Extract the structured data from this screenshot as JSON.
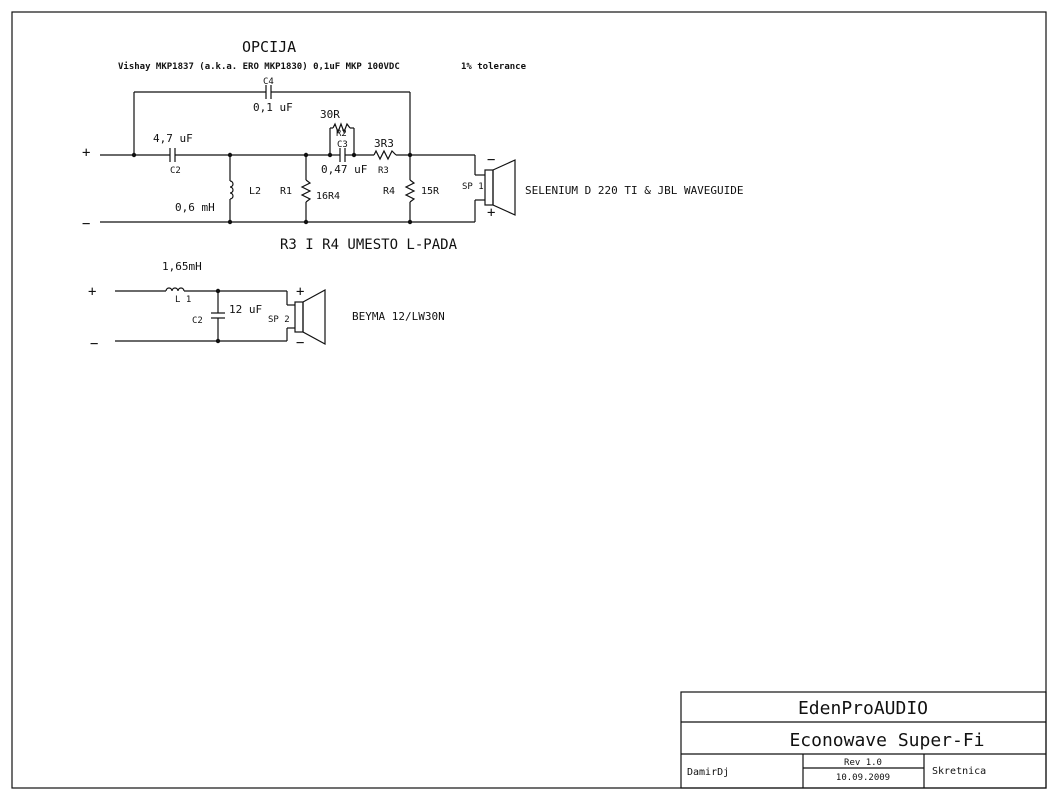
{
  "title": "OPCIJA",
  "option_note": "Vishay MKP1837 (a.k.a. ERO MKP1830) 0,1uF MKP 100VDC",
  "tolerance": "1% tolerance",
  "tweeter_circuit": {
    "plus": "+",
    "minus": "−",
    "c4_ref": "C4",
    "c4_value": "0,1 uF",
    "c2_ref": "C2",
    "c2_value": "4,7 uF",
    "l2_ref": "L2",
    "l2_value": "0,6 mH",
    "r1_ref": "R1",
    "r1_value": "16R4",
    "r2_ref": "R2",
    "r2_value": "30R",
    "c3_ref": "C3",
    "c3_value": "0,47 uF",
    "r3_ref": "R3",
    "r3_value": "3R3",
    "r4_ref": "R4",
    "r4_value": "15R",
    "sp_ref": "SP 1",
    "sp_pin": "1",
    "sp_minus": "−",
    "sp_plus": "+",
    "driver": "SELENIUM D 220 TI & JBL WAVEGUIDE"
  },
  "note_r3_r4": "R3 I R4 UMESTO L-PADA",
  "woofer_circuit": {
    "plus": "+",
    "minus": "−",
    "l1_ref": "L 1",
    "l1_value": "1,65mH",
    "c2_ref": "C2",
    "c2_value": "12 uF",
    "sp_ref": "SP 2",
    "sp_plus": "+",
    "sp_minus": "−",
    "driver": "BEYMA 12/LW30N"
  },
  "title_block": {
    "company": "EdenProAUDIO",
    "project": "Econowave Super-Fi",
    "author": "DamirDj",
    "rev": "Rev 1.0",
    "date": "10.09.2009",
    "sheet": "Skretnica"
  }
}
